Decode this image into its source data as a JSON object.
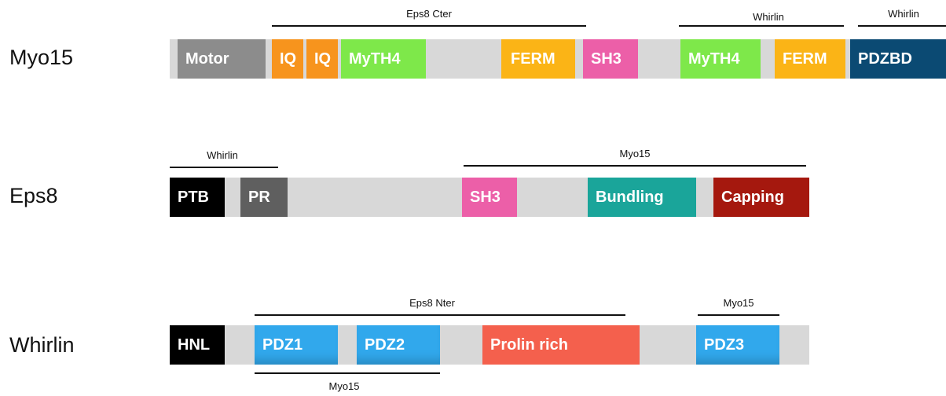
{
  "proteins": {
    "myo15": {
      "label": "Myo15",
      "domains": {
        "motor": {
          "label": "Motor",
          "color": "#8c8c8c"
        },
        "iq1": {
          "label": "IQ",
          "color": "#f7941d"
        },
        "iq2": {
          "label": "IQ",
          "color": "#f7941d"
        },
        "myth4a": {
          "label": "MyTH4",
          "color": "#7ee84a"
        },
        "ferm1": {
          "label": "FERM",
          "color": "#fbb416"
        },
        "sh3": {
          "label": "SH3",
          "color": "#ec5fa8"
        },
        "myth4b": {
          "label": "MyTH4",
          "color": "#7ee84a"
        },
        "ferm2": {
          "label": "FERM",
          "color": "#fbb416"
        },
        "pdzbd": {
          "label": "PDZBD",
          "color": "#0b4a73"
        }
      },
      "brackets": {
        "eps8_cter": "Eps8 Cter",
        "whirlin1": "Whirlin",
        "whirlin2": "Whirlin"
      }
    },
    "eps8": {
      "label": "Eps8",
      "domains": {
        "ptb": {
          "label": "PTB",
          "color": "#000000"
        },
        "pr": {
          "label": "PR",
          "color": "#5f5f5f"
        },
        "sh3": {
          "label": "SH3",
          "color": "#ec5fa8"
        },
        "bundling": {
          "label": "Bundling",
          "color": "#1aa59a"
        },
        "capping": {
          "label": "Capping",
          "color": "#a5180e"
        }
      },
      "brackets": {
        "whirlin": "Whirlin",
        "myo15": "Myo15"
      }
    },
    "whirlin": {
      "label": "Whirlin",
      "domains": {
        "hnl": {
          "label": "HNL",
          "color": "#000000"
        },
        "pdz1": {
          "label": "PDZ1",
          "color": "#31a8ec"
        },
        "pdz2": {
          "label": "PDZ2",
          "color": "#31a8ec"
        },
        "prolin": {
          "label": "Prolin rich",
          "color": "#f4604d"
        },
        "pdz3": {
          "label": "PDZ3",
          "color": "#31a8ec"
        }
      },
      "brackets": {
        "eps8_nter": "Eps8 Nter",
        "myo15_top": "Myo15",
        "myo15_bottom": "Myo15"
      }
    }
  }
}
